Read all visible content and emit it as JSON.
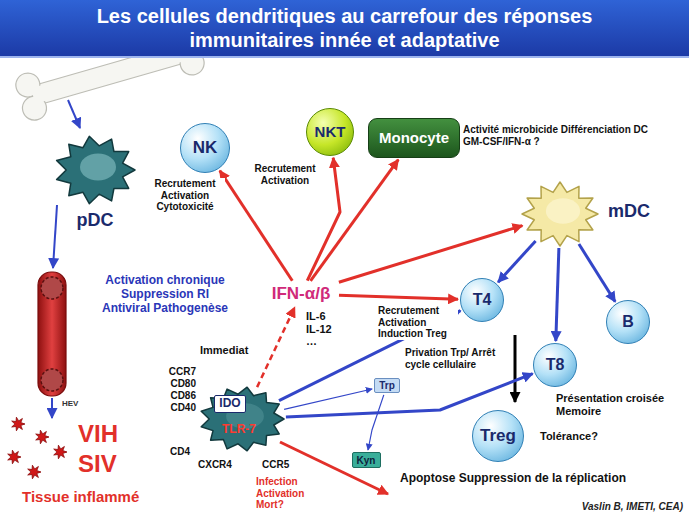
{
  "diagram": {
    "title": "Les cellules dendritiques au carrefour des réponses immunitaires innée et adaptative",
    "caption": "Vaslin B, IMETI, CEA)",
    "nodes": [
      {
        "text": [
          "pDC"
        ]
      },
      {
        "text": [
          "NK"
        ]
      },
      {
        "text": [
          "NKT"
        ]
      },
      {
        "text": [
          "Monocyte"
        ]
      },
      {
        "text": [
          "mDC"
        ]
      },
      {
        "text": [
          "IFN-α/β"
        ]
      },
      {
        "text": [
          "T4"
        ]
      },
      {
        "text": [
          "B"
        ]
      },
      {
        "text": [
          "T8"
        ]
      },
      {
        "text": [
          "Treg"
        ]
      },
      {
        "text": [
          "TLR-7"
        ]
      },
      {
        "text": [
          "IDO"
        ],
        "in": 10
      },
      {
        "text": [
          "Trp"
        ]
      },
      {
        "text": [
          "Kyn"
        ]
      }
    ],
    "edges": [
      {
        "from": 5,
        "to": 1,
        "arrow": "to"
      },
      {
        "from": 5,
        "to": 2,
        "arrow": "to"
      },
      {
        "from": 5,
        "to": 3,
        "arrow": "to"
      },
      {
        "from": 5,
        "to": 4,
        "arrow": "to"
      },
      {
        "from": 5,
        "to": 6,
        "arrow": "to"
      },
      {
        "from": 10,
        "to": 5,
        "arrow": "to"
      },
      {
        "from": 4,
        "to": 6,
        "arrow": "to"
      },
      {
        "from": 4,
        "to": 8,
        "arrow": "to"
      },
      {
        "from": 4,
        "to": 7,
        "arrow": "to"
      },
      {
        "from": 10,
        "to": 6,
        "arrow": "to"
      },
      {
        "from": 10,
        "to": 8,
        "arrow": "to"
      },
      {
        "from": 10,
        "to": 12,
        "arrow": "to"
      },
      {
        "from": 12,
        "to": 13,
        "arrow": "to"
      }
    ],
    "labels": [
      "Recrutement Activation Cytotoxicité",
      "Recrutement Activation",
      "Activité microbicide Différenciation DC GM-CSF/IFN-α ?",
      "Activation chronique Suppression RI Antiviral Pathogenèse",
      "IL-6 IL-12 …",
      "Immediat",
      "Recrutement Activation Induction Treg",
      "Privation Trp/ Arrêt cycle cellulaire",
      "Présentation croisée Memoire",
      "Tolérance?",
      "Apoptose Suppression de la réplication",
      "Infection Activation Mort?",
      "CCR7",
      "CD80",
      "CD86",
      "CD40",
      "CD4",
      "CXCR4",
      "CCR5",
      "HEV",
      "VIH",
      "SIV",
      "Tissue inflammé"
    ]
  }
}
